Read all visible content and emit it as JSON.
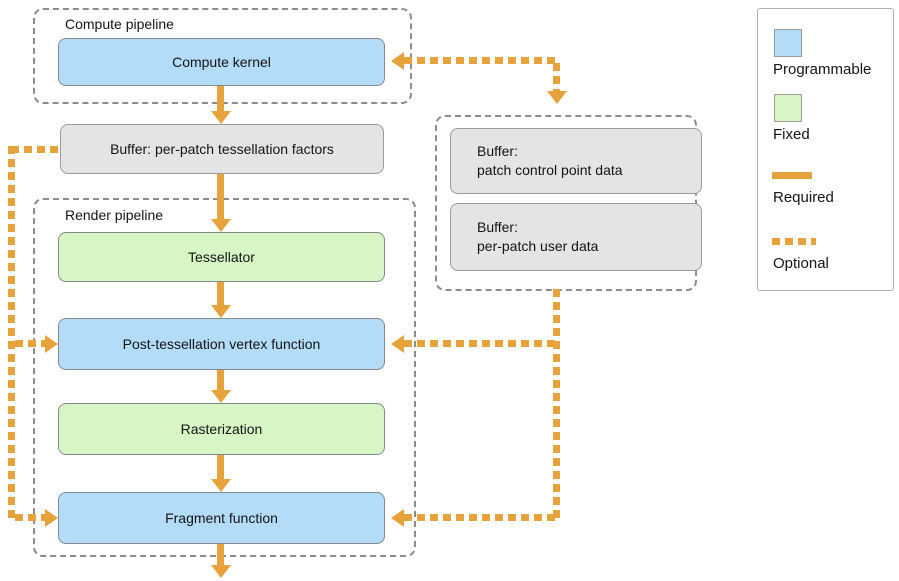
{
  "groups": {
    "compute_pipeline": {
      "label": "Compute pipeline"
    },
    "render_pipeline": {
      "label": "Render pipeline"
    }
  },
  "nodes": {
    "compute_kernel": {
      "label": "Compute kernel",
      "type": "programmable"
    },
    "tess_factors_buffer": {
      "label": "Buffer: per-patch tessellation factors",
      "type": "buffer"
    },
    "tessellator": {
      "label": "Tessellator",
      "type": "fixed"
    },
    "post_tess_vertex": {
      "label": "Post-tessellation vertex function",
      "type": "programmable"
    },
    "rasterization": {
      "label": "Rasterization",
      "type": "fixed"
    },
    "fragment_function": {
      "label": "Fragment function",
      "type": "programmable"
    },
    "patch_control_buffer": {
      "line1": "Buffer:",
      "line2": "patch control point data",
      "type": "buffer"
    },
    "per_patch_user_buffer": {
      "line1": "Buffer:",
      "line2": "per-patch user data",
      "type": "buffer"
    }
  },
  "legend": {
    "items": [
      {
        "swatch": "blue-square",
        "label": "Programmable"
      },
      {
        "swatch": "green-square",
        "label": "Fixed"
      },
      {
        "swatch": "solid-orange-line",
        "label": "Required"
      },
      {
        "swatch": "dashed-orange-line",
        "label": "Optional"
      }
    ]
  },
  "colors": {
    "programmable_blue": "#B3DCF8",
    "fixed_green": "#D7F5C5",
    "buffer_gray": "#E4E4E4",
    "connector_orange": "#E6A33C"
  }
}
